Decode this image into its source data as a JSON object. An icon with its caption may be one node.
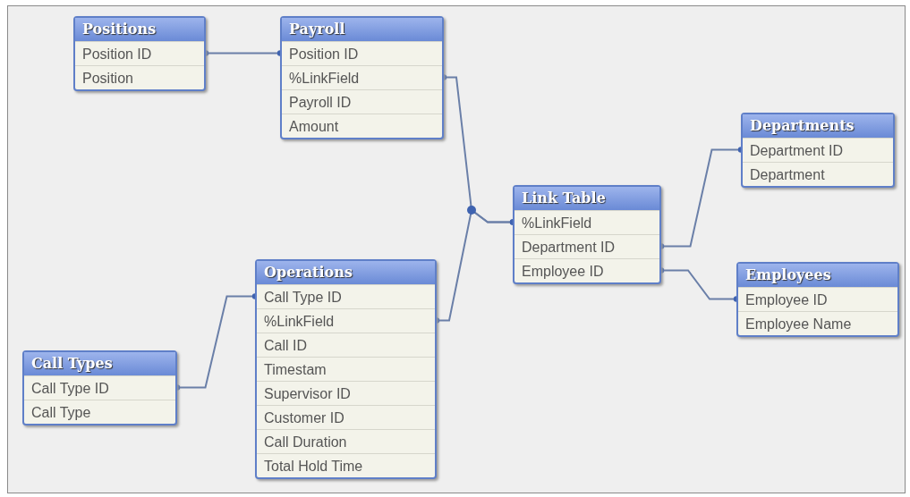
{
  "diagram": {
    "nodes": [
      {
        "text": [
          "Positions"
        ]
      },
      {
        "text": [
          "Position ID"
        ],
        "in": 0
      },
      {
        "text": [
          "Position"
        ],
        "in": 0
      },
      {
        "text": [
          "Payroll"
        ]
      },
      {
        "text": [
          "Position ID"
        ],
        "in": 3
      },
      {
        "text": [
          "%LinkField"
        ],
        "in": 3
      },
      {
        "text": [
          "Payroll ID"
        ],
        "in": 3
      },
      {
        "text": [
          "Amount"
        ],
        "in": 3
      },
      {
        "text": [
          "Departments"
        ]
      },
      {
        "text": [
          "Department ID"
        ],
        "in": 8
      },
      {
        "text": [
          "Department"
        ],
        "in": 8
      },
      {
        "text": [
          "Link Table"
        ]
      },
      {
        "text": [
          "%LinkField"
        ],
        "in": 11
      },
      {
        "text": [
          "Department ID"
        ],
        "in": 11
      },
      {
        "text": [
          "Employee ID"
        ],
        "in": 11
      },
      {
        "text": [
          "Operations"
        ]
      },
      {
        "text": [
          "Call Type ID"
        ],
        "in": 15
      },
      {
        "text": [
          "%LinkField"
        ],
        "in": 15
      },
      {
        "text": [
          "Call ID"
        ],
        "in": 15
      },
      {
        "text": [
          "Timestam"
        ],
        "in": 15
      },
      {
        "text": [
          "Supervisor ID"
        ],
        "in": 15
      },
      {
        "text": [
          "Customer ID"
        ],
        "in": 15
      },
      {
        "text": [
          "Call Duration"
        ],
        "in": 15
      },
      {
        "text": [
          "Total Hold Time"
        ],
        "in": 15
      },
      {
        "text": [
          "Employees"
        ]
      },
      {
        "text": [
          "Employee ID"
        ],
        "in": 24
      },
      {
        "text": [
          "Employee Name"
        ],
        "in": 24
      },
      {
        "text": [
          "Call Types"
        ]
      },
      {
        "text": [
          "Call Type ID"
        ],
        "in": 27
      },
      {
        "text": [
          "Call Type"
        ],
        "in": 27
      }
    ],
    "edges": [
      {
        "from": 1,
        "to": 4,
        "arrow": "other"
      },
      {
        "from": 5,
        "to": 12,
        "arrow": "other"
      },
      {
        "from": 17,
        "to": 12,
        "arrow": "other"
      },
      {
        "from": 13,
        "to": 9,
        "arrow": "other"
      },
      {
        "from": 14,
        "to": 25,
        "arrow": "other"
      },
      {
        "from": 28,
        "to": 16,
        "arrow": "other"
      }
    ]
  }
}
